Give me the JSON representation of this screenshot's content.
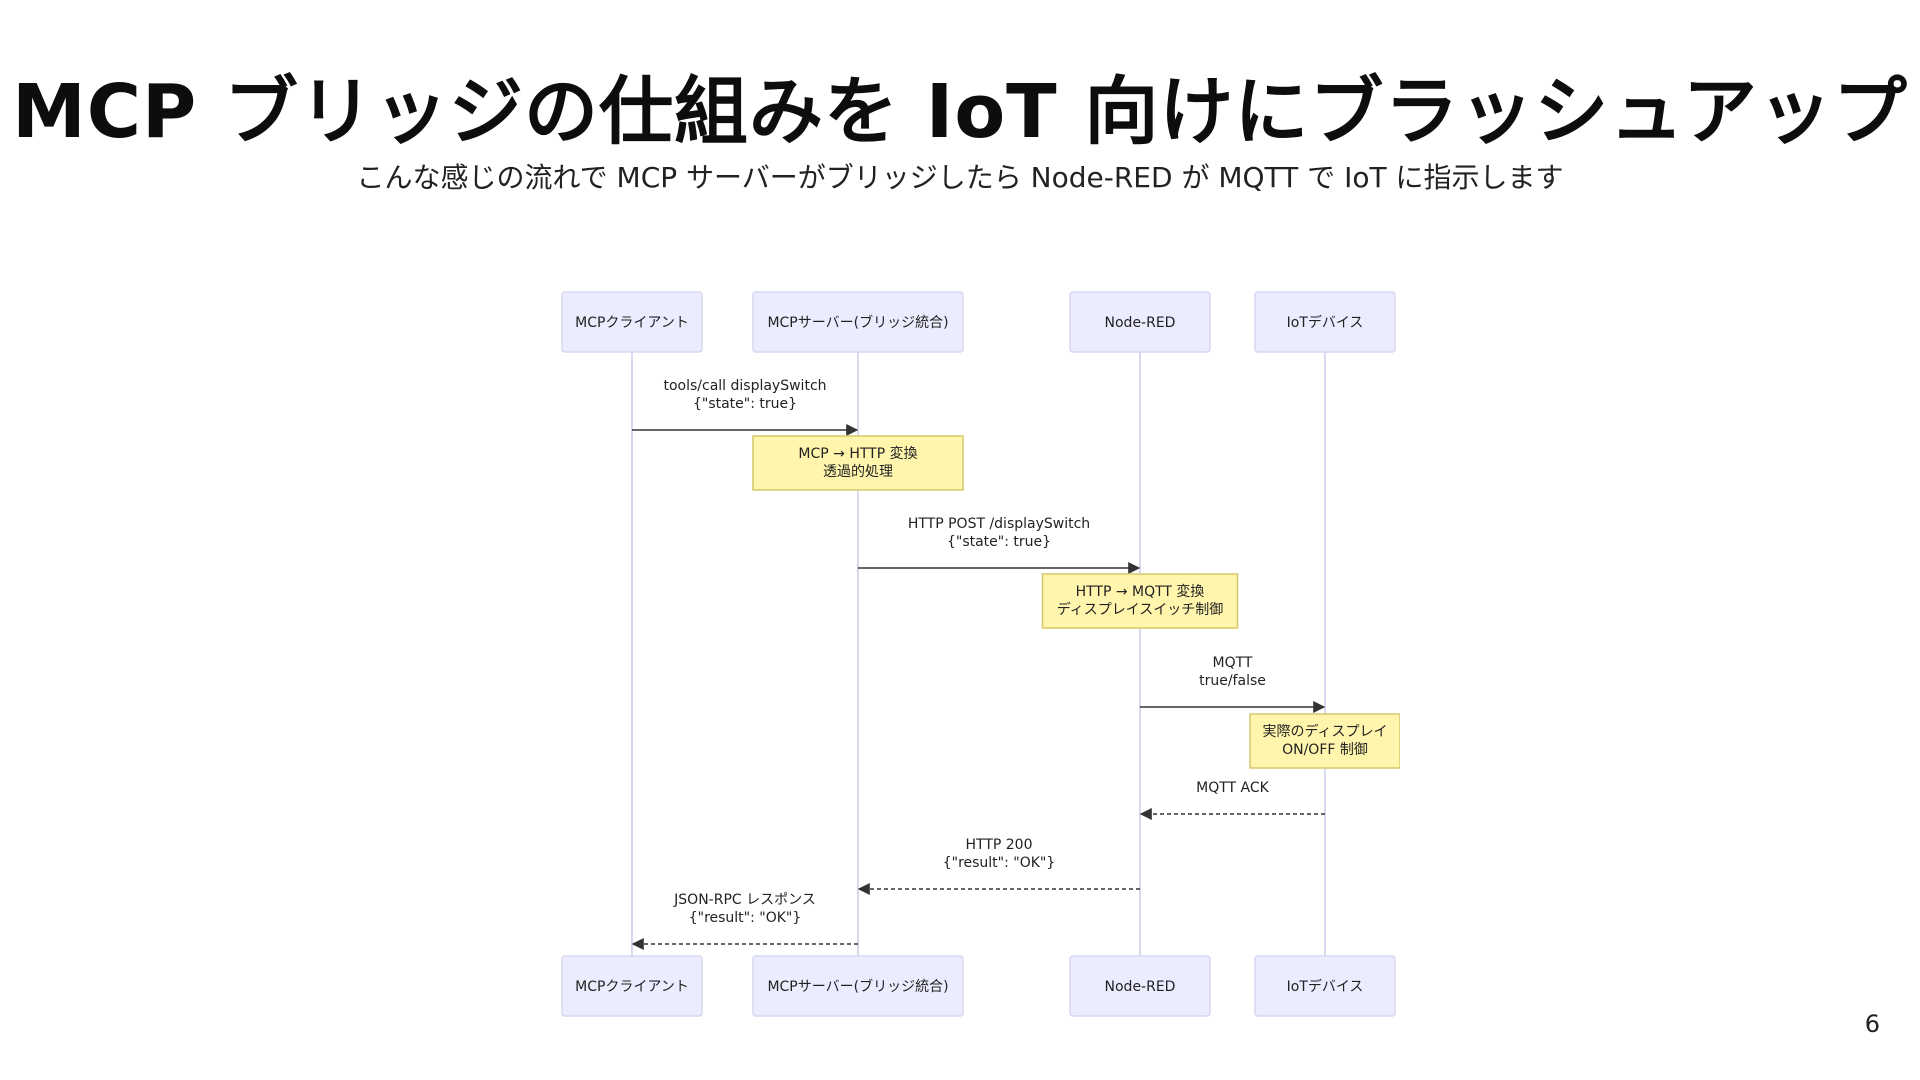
{
  "slide": {
    "title": "MCP ブリッジの仕組みを IoT 向けにブラッシュアップ",
    "subtitle": "こんな感じの流れで MCP サーバーがブリッジしたら Node-RED が MQTT で IoT に指示します",
    "page_number": "6"
  },
  "diagram": {
    "type": "sequence",
    "participants": [
      {
        "id": "client",
        "label": "MCPクライアント"
      },
      {
        "id": "server",
        "label": "MCPサーバー(ブリッジ統合)"
      },
      {
        "id": "nodered",
        "label": "Node-RED"
      },
      {
        "id": "device",
        "label": "IoTデバイス"
      }
    ],
    "steps": [
      {
        "kind": "message",
        "from": "client",
        "to": "server",
        "style": "solid",
        "lines": [
          "tools/call displaySwitch",
          "{\"state\": true}"
        ]
      },
      {
        "kind": "note",
        "over": "server",
        "lines": [
          "MCP → HTTP 変換",
          "透過的処理"
        ]
      },
      {
        "kind": "message",
        "from": "server",
        "to": "nodered",
        "style": "solid",
        "lines": [
          "HTTP POST /displaySwitch",
          "{\"state\": true}"
        ]
      },
      {
        "kind": "note",
        "over": "nodered",
        "lines": [
          "HTTP → MQTT 変換",
          "ディスプレイスイッチ制御"
        ]
      },
      {
        "kind": "message",
        "from": "nodered",
        "to": "device",
        "style": "solid",
        "lines": [
          "MQTT",
          "true/false"
        ]
      },
      {
        "kind": "note",
        "over": "device",
        "lines": [
          "実際のディスプレイ",
          "ON/OFF 制御"
        ]
      },
      {
        "kind": "message",
        "from": "device",
        "to": "nodered",
        "style": "dashed",
        "lines": [
          "MQTT ACK"
        ]
      },
      {
        "kind": "message",
        "from": "nodered",
        "to": "server",
        "style": "dashed",
        "lines": [
          "HTTP 200",
          "{\"result\": \"OK\"}"
        ]
      },
      {
        "kind": "message",
        "from": "server",
        "to": "client",
        "style": "dashed",
        "lines": [
          "JSON-RPC レスポンス",
          "{\"result\": \"OK\"}"
        ]
      }
    ],
    "colors": {
      "actor_fill": "#ececff",
      "actor_stroke": "#d6d6f0",
      "lifeline": "#d8d8ee",
      "note_fill": "#fff5ad",
      "note_stroke": "#d6c96a",
      "arrow": "#333333",
      "text": "#222222"
    }
  }
}
